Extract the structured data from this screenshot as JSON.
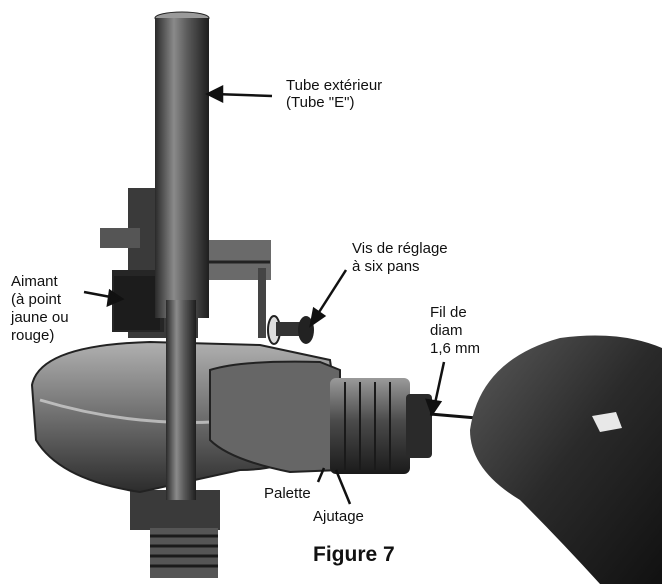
{
  "labels": {
    "tube_line1": "Tube extérieur",
    "tube_line2": "(Tube \"E\")",
    "vis_line1": "Vis de réglage",
    "vis_line2": "à six pans",
    "aimant_line1": "Aimant",
    "aimant_line2": "(à point",
    "aimant_line3": "jaune ou",
    "aimant_line4": "rouge)",
    "fil_line1": "Fil de",
    "fil_line2": "diam",
    "fil_line3": "1,6 mm",
    "palette": "Palette",
    "ajutage": "Ajutage"
  },
  "caption": "Figure 7"
}
